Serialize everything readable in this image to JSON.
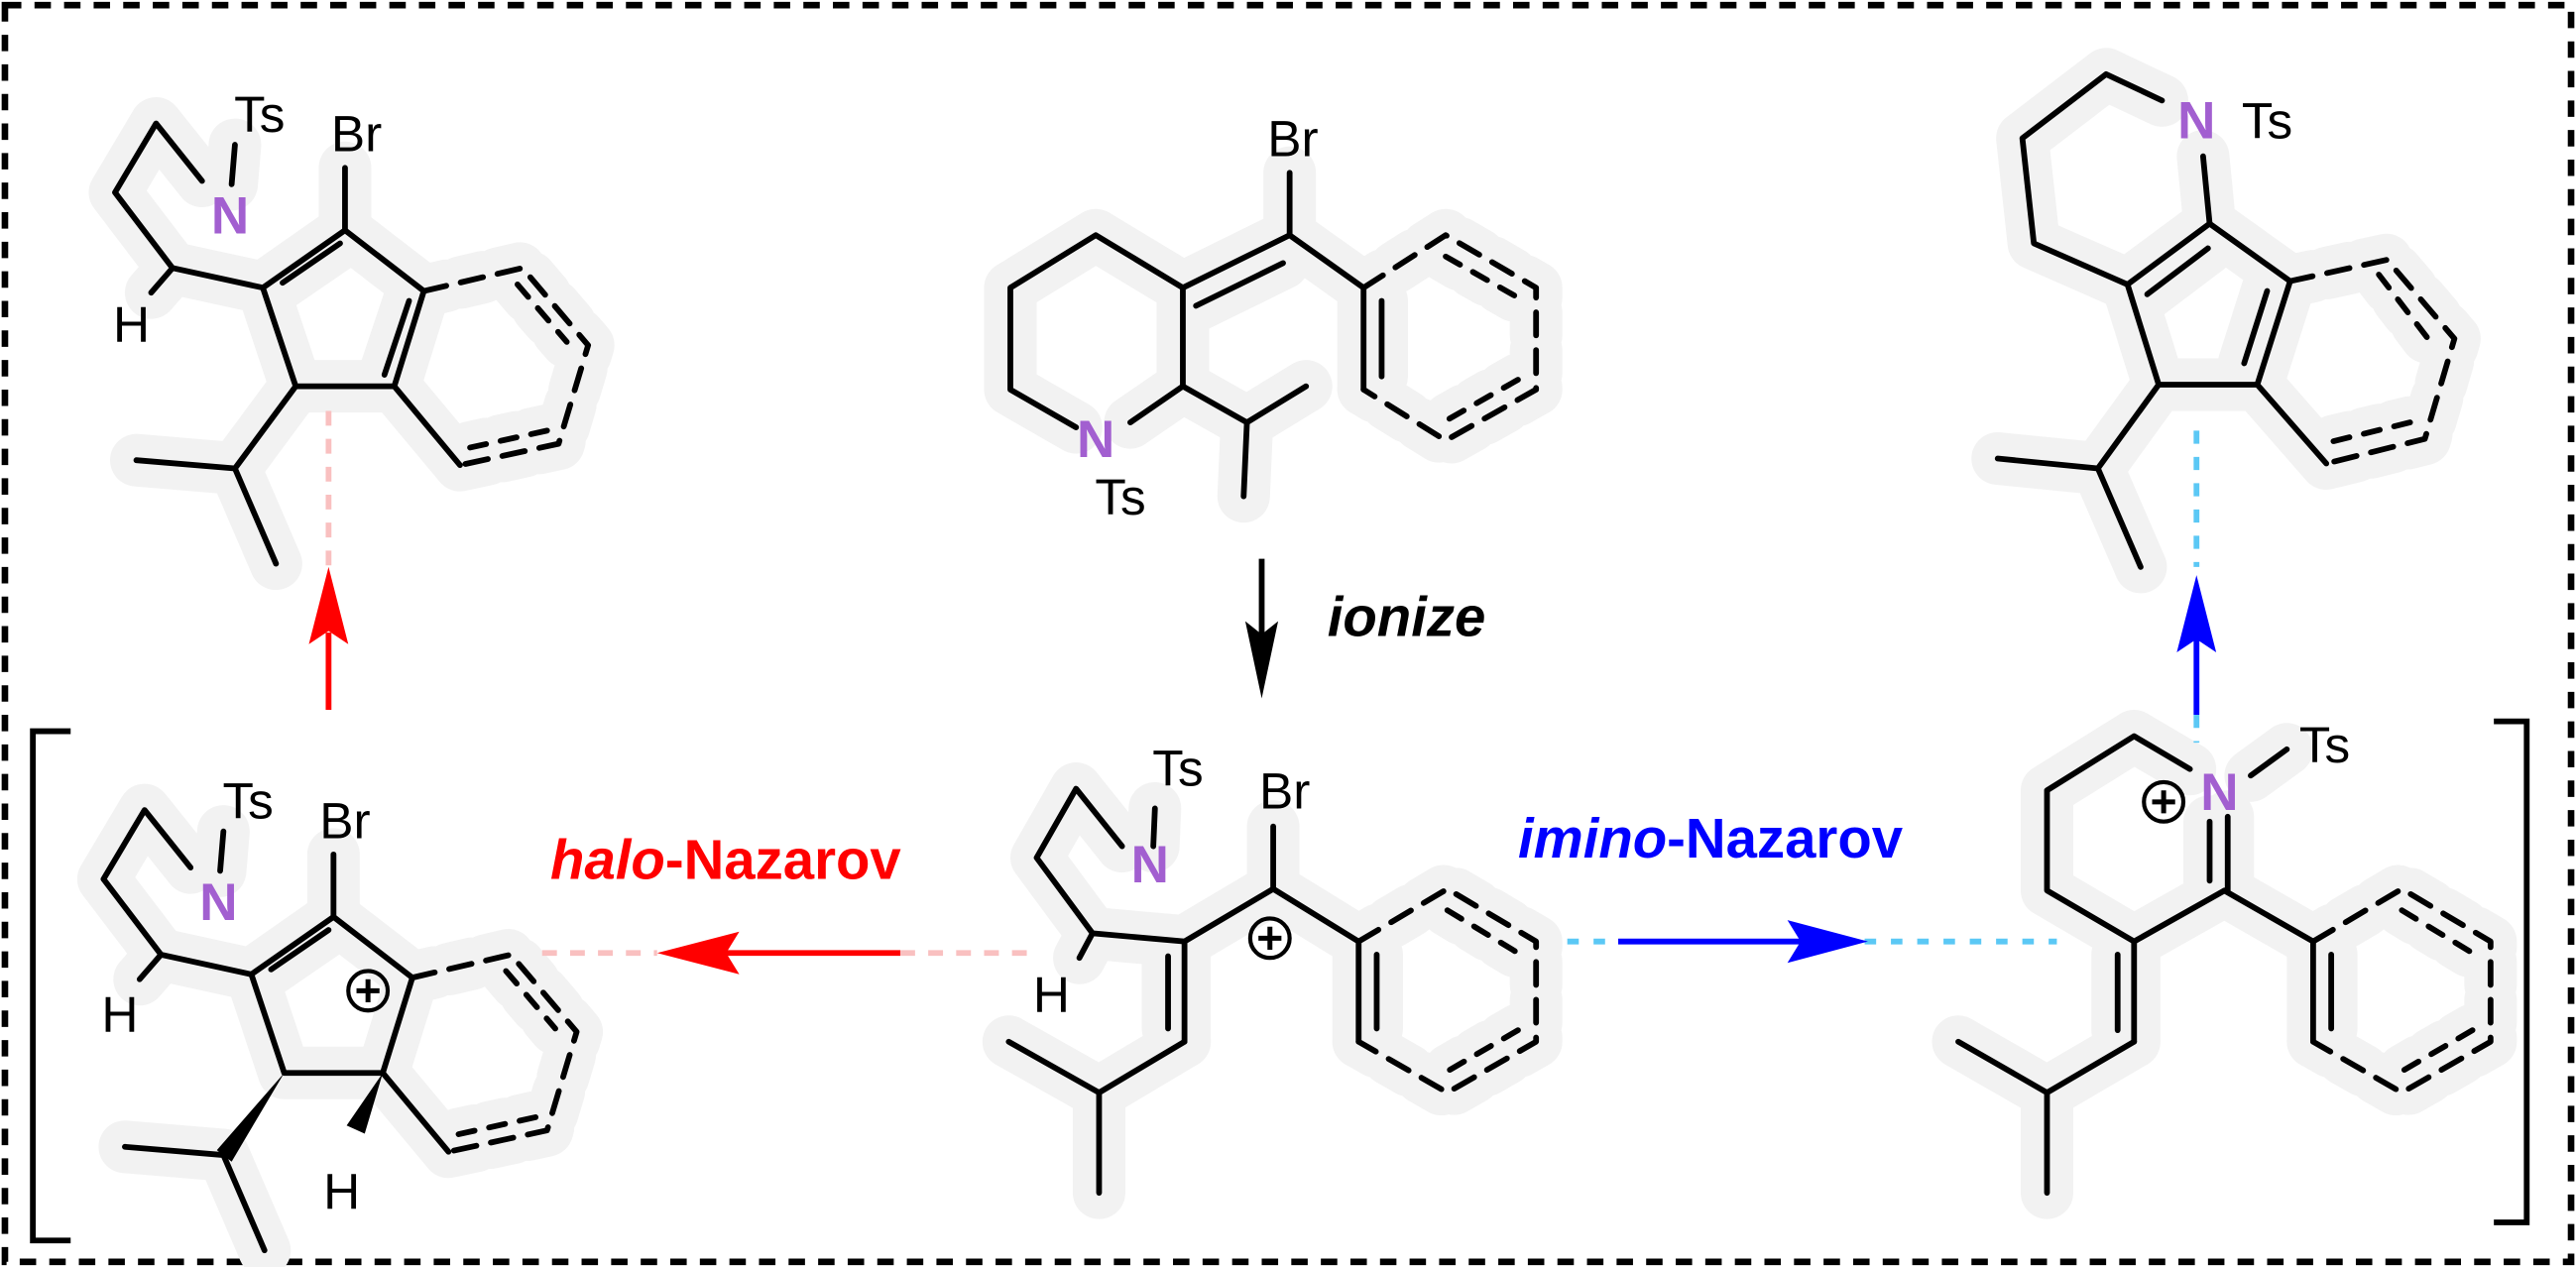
{
  "labels": {
    "br": "Br",
    "ts": "Ts",
    "n": "N",
    "h": "H",
    "plus": "+"
  },
  "arrows": {
    "ionize": "ionize",
    "halo_prefix": "halo",
    "halo_suffix": "-Nazarov",
    "imino_prefix": "imino",
    "imino_suffix": "-Nazarov"
  },
  "colors": {
    "nitrogen": "#a25fd0",
    "halo_path": "#ff0000",
    "halo_path_light": "#f9c0c0",
    "imino_path": "#0000ff",
    "imino_path_light": "#5bc8f5",
    "highlight": "#f2f2f2"
  }
}
